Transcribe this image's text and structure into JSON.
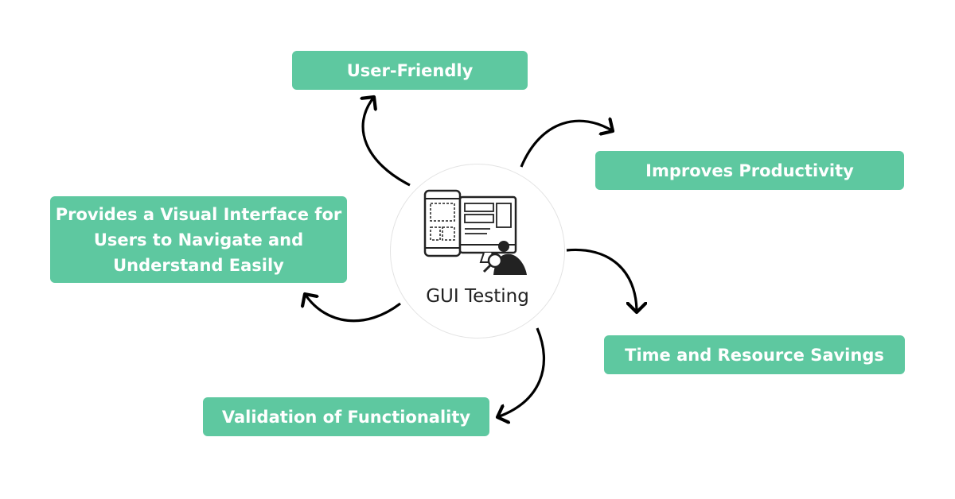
{
  "center": {
    "label": "GUI Testing",
    "icon": "gui-testing-icon"
  },
  "boxes": {
    "user_friendly": "User-Friendly",
    "improves_productivity": "Improves Productivity",
    "visual_interface": "Provides a Visual Interface for Users to Navigate and Understand Easily",
    "time_resource_savings": "Time and Resource Savings",
    "validation_functionality": "Validation of Functionality"
  },
  "colors": {
    "box_fill": "#5ec8a0",
    "box_text": "#ffffff",
    "arrow": "#000000"
  }
}
